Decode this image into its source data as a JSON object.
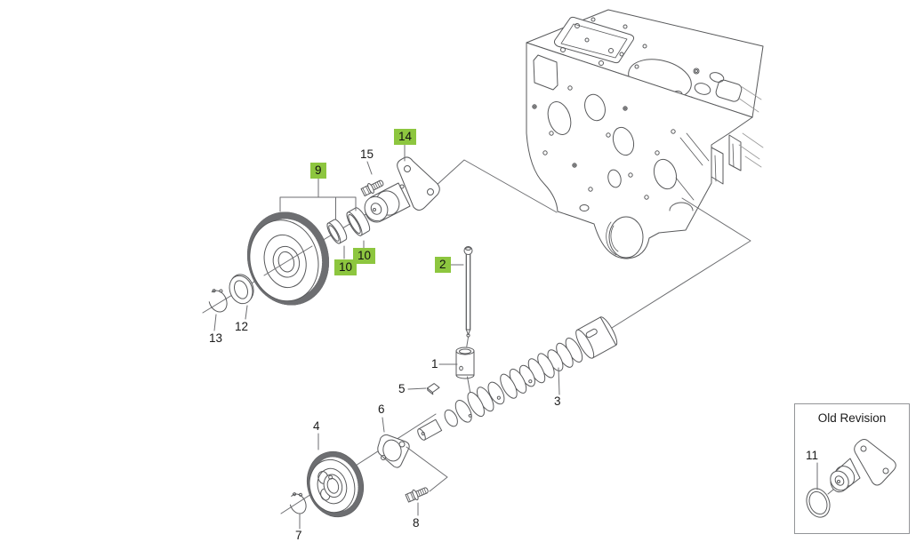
{
  "diagram": {
    "type": "exploded-parts-diagram",
    "highlight_color": "#8dc63f",
    "line_color": "#58595b",
    "callouts": [
      {
        "label": "1",
        "highlighted": false
      },
      {
        "label": "2",
        "highlighted": true
      },
      {
        "label": "3",
        "highlighted": false
      },
      {
        "label": "4",
        "highlighted": false
      },
      {
        "label": "5",
        "highlighted": false
      },
      {
        "label": "6",
        "highlighted": false
      },
      {
        "label": "7",
        "highlighted": false
      },
      {
        "label": "8",
        "highlighted": false
      },
      {
        "label": "9",
        "highlighted": true
      },
      {
        "label": "10",
        "highlighted": true
      },
      {
        "label": "10",
        "highlighted": true
      },
      {
        "label": "12",
        "highlighted": false
      },
      {
        "label": "13",
        "highlighted": false
      },
      {
        "label": "14",
        "highlighted": true
      },
      {
        "label": "15",
        "highlighted": false
      }
    ],
    "old_revision": {
      "title": "Old Revision",
      "callout": {
        "label": "11",
        "highlighted": false
      }
    }
  }
}
